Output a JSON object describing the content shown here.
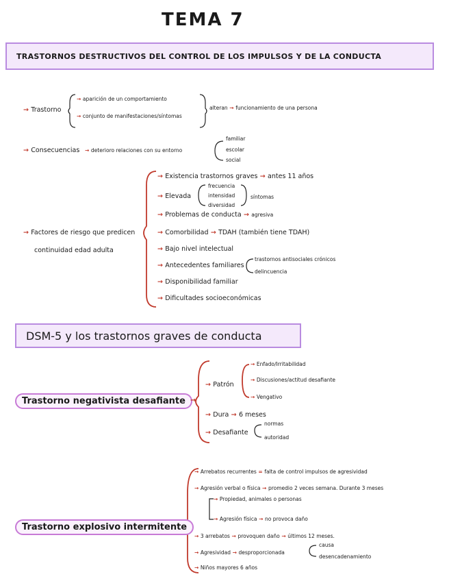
{
  "title": "TEMA 7",
  "section1": {
    "heading": "TRASTORNOS DESTRUCTIVOS DEL CONTROL DE LOS IMPULSOS Y DE LA CONDUCTA",
    "trastorno": {
      "label": "Trastorno",
      "items": [
        "aparición de un comportamiento",
        "conjunto de manifestaciones/síntomas"
      ],
      "alteran": "alteran",
      "result": "funcionamiento de una persona"
    },
    "consecuencias": {
      "label": "Consecuencias",
      "text": "deterioro relaciones con su entorno",
      "items": [
        "familiar",
        "escolar",
        "social"
      ]
    },
    "factores": {
      "label_line1": "Factores de riesgo que predicen",
      "label_line2": "continuidad edad adulta",
      "existencia": "Existencia trastornos graves",
      "antes": "antes 11 años",
      "elevada": "Elevada",
      "elevada_items": [
        "frecuencia",
        "intensidad",
        "diversidad"
      ],
      "sintomas": "síntomas",
      "problemas": "Problemas de conducta",
      "agresiva": "agresiva",
      "comorbilidad": "Comorbilidad",
      "tdah": "TDAH",
      "tdah_note": "(también tiene TDAH)",
      "bajo_nivel": "Bajo nivel intelectual",
      "antecedentes": "Antecedentes familiares",
      "antecedentes_items": [
        "trastornos antisociales crónicos",
        "delincuencia"
      ],
      "disponibilidad": "Disponibilidad familiar",
      "dificultades": "Dificultades socioeconómicas"
    }
  },
  "section2": {
    "heading": "DSM-5 y los trastornos graves de conducta",
    "tnd": {
      "label": "Trastorno negativista desafiante",
      "patron": "Patrón",
      "patron_items": [
        "Enfado/Irritabilidad",
        "Discusiones/actitud desafiante",
        "Vengativo"
      ],
      "dura": "Dura",
      "dura_value": "6 meses",
      "desafiante": "Desafiante",
      "desafiante_items": [
        "normas",
        "autoridad"
      ]
    },
    "tei": {
      "label": "Trastorno explosivo intermitente",
      "arrebatos": "Arrebatos recurrentes",
      "arrebatos_eq": "falta de control impulsos de agresividad",
      "agresion": "Agresión verbal o física",
      "agresion_freq": "promedio 2 veces semana. Durante 3 meses",
      "propiedad": "Propiedad, animales o personas",
      "agresion_fisica": "Agresión física",
      "no_provoca": "no provoca daño",
      "arrebatos3": "3 arrebatos",
      "provoquen": "provoquen daño",
      "ultimos": "últimos 12 meses.",
      "agresividad": "Agresividad",
      "desproporcionada": "desproporcionada",
      "causa": "causa",
      "desencadenamiento": "desencadenamiento",
      "ninos": "Niños mayores 6 años"
    }
  },
  "colors": {
    "accent_purple": "#b98be0",
    "arrow_red": "#c0392b"
  }
}
